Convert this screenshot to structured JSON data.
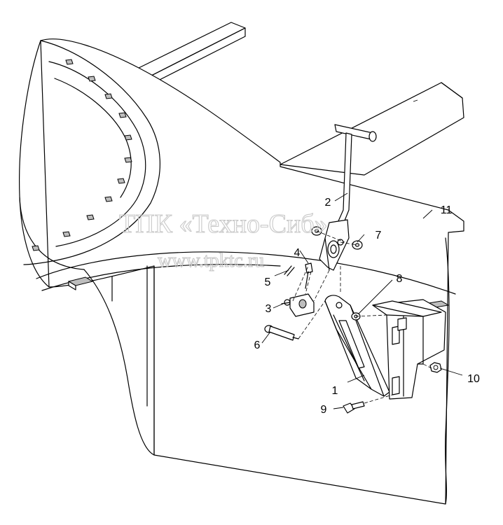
{
  "watermark": {
    "line1": "ТПК «Техно-Сиб»",
    "line2": "www.tpktc.ru"
  },
  "callouts": [
    {
      "id": "1",
      "label": "1"
    },
    {
      "id": "2",
      "label": "2"
    },
    {
      "id": "3",
      "label": "3"
    },
    {
      "id": "4",
      "label": "4"
    },
    {
      "id": "5",
      "label": "5"
    },
    {
      "id": "6",
      "label": "6"
    },
    {
      "id": "7",
      "label": "7"
    },
    {
      "id": "8",
      "label": "8"
    },
    {
      "id": "9",
      "label": "9"
    },
    {
      "id": "10",
      "label": "10"
    },
    {
      "id": "11",
      "label": "11"
    }
  ],
  "colors": {
    "line": "#000000",
    "background": "#ffffff",
    "watermark": "#c9c9c9"
  }
}
